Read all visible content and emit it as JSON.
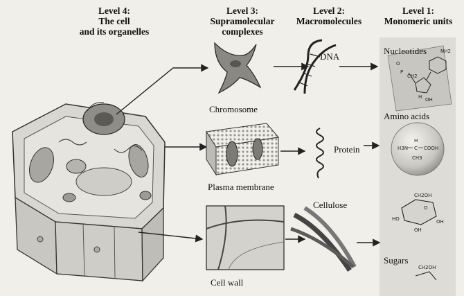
{
  "levels": {
    "level4": {
      "line1": "Level 4:",
      "line2": "The cell",
      "line3": "and its organelles"
    },
    "level3": {
      "line1": "Level 3:",
      "line2": "Supramolecular",
      "line3": "complexes"
    },
    "level2": {
      "line1": "Level 2:",
      "line2": "Macromolecules"
    },
    "level1": {
      "line1": "Level 1:",
      "line2": "Monomeric units"
    }
  },
  "complexes": {
    "chromosome": "Chromosome",
    "plasma_membrane": "Plasma membrane",
    "cell_wall": "Cell wall"
  },
  "macromolecules": {
    "dna": "DNA",
    "protein": "Protein",
    "cellulose": "Cellulose"
  },
  "monomers": {
    "nucleotides": "Nucleotides",
    "amino_acids": "Amino acids",
    "sugars": "Sugars"
  },
  "formulas": {
    "nucleotide_nh2": "NH2",
    "nucleotide_o": "O",
    "nucleotide_p": "P",
    "nucleotide_ch2": "CH2",
    "nucleotide_h": "H",
    "nucleotide_oh": "OH",
    "amino_h2n": "H3N",
    "amino_c": "C",
    "amino_cooh": "COOH",
    "amino_h": "H",
    "amino_ch3": "CH3",
    "sugar_ch2oh": "CH2OH",
    "sugar_ho": "HO",
    "sugar_oh": "OH",
    "sugar_o": "O"
  },
  "colors": {
    "background": "#f1efe9",
    "monomer_panel": "#dedcd6",
    "arrow": "#222222"
  }
}
